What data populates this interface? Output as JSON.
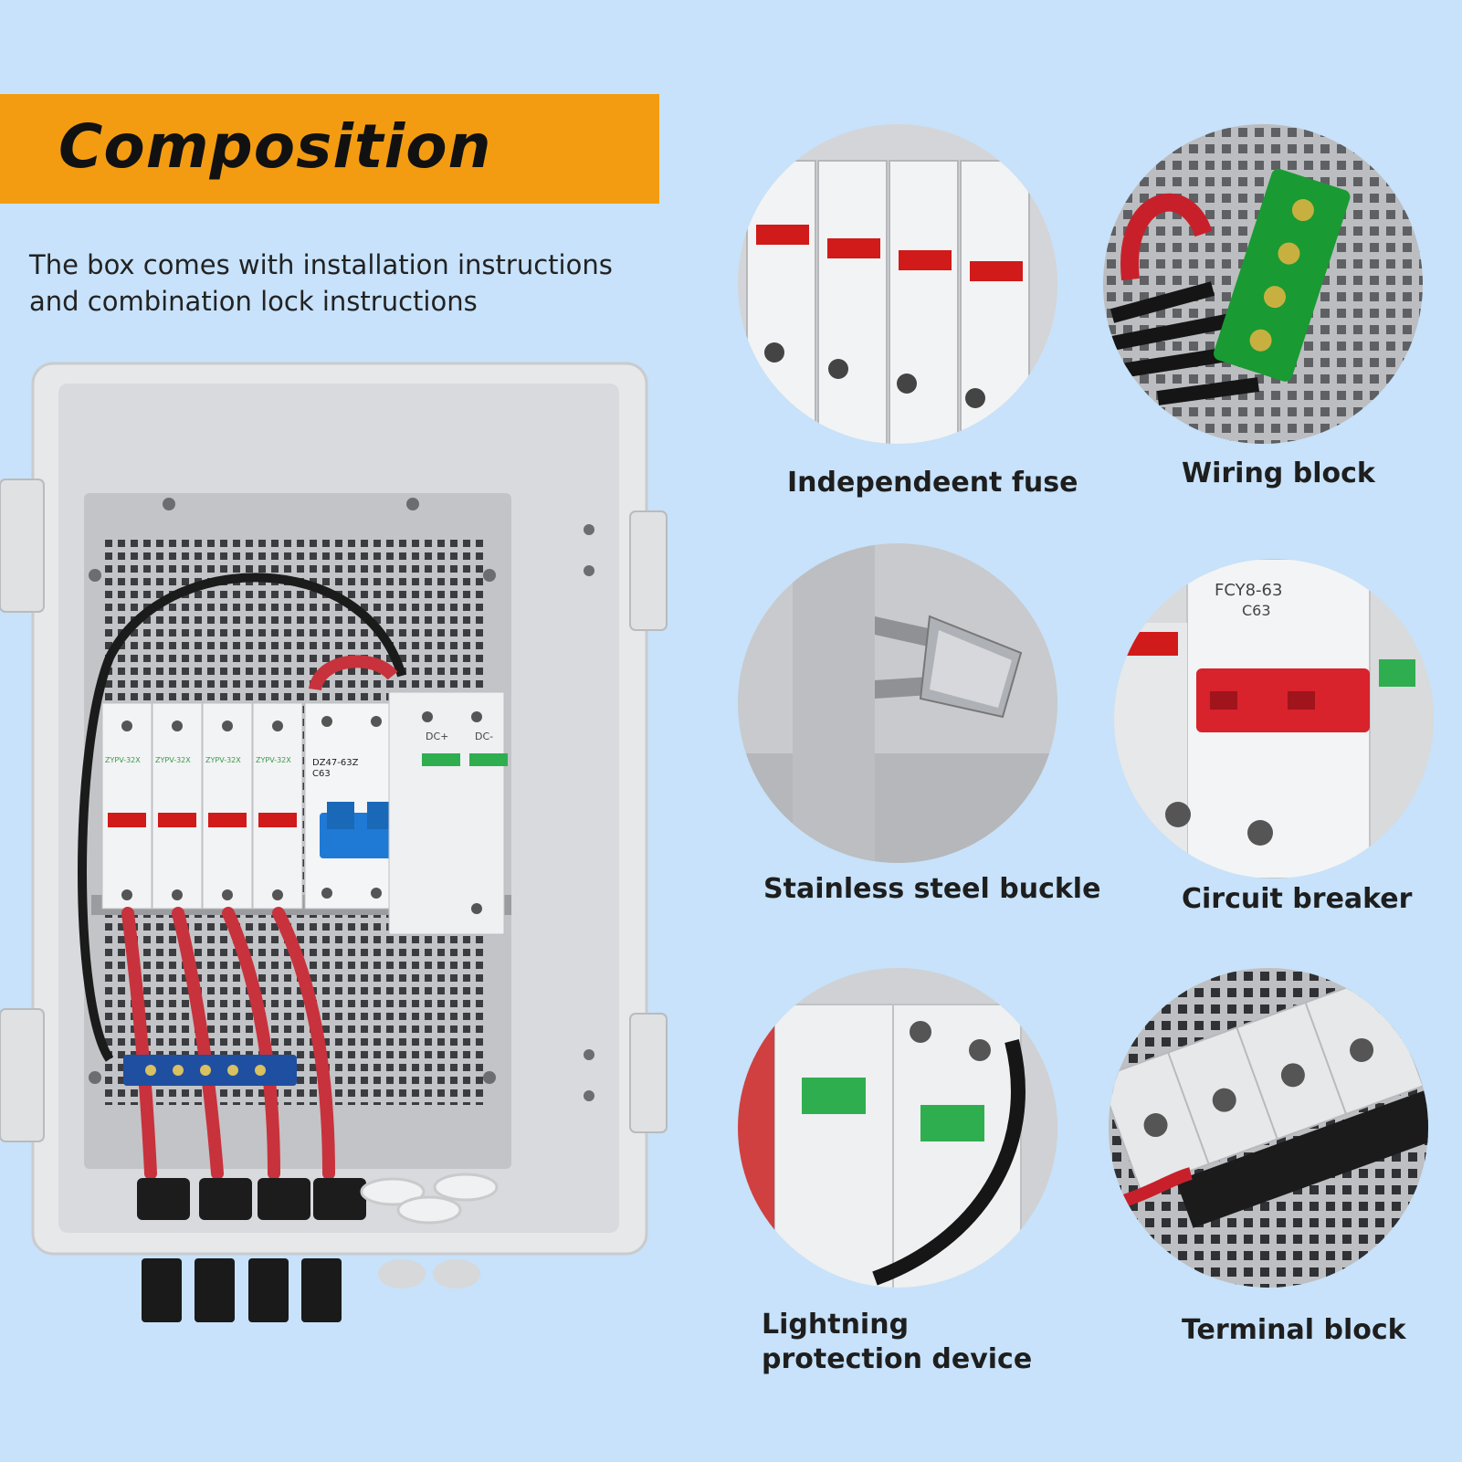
{
  "banner": {
    "title": "Composition"
  },
  "intro": {
    "line1": "The box comes with installation instructions",
    "line2": "and combination lock instructions"
  },
  "features": [
    {
      "label": "Independeent fuse",
      "icon": "fuse-icon"
    },
    {
      "label": "Wiring block",
      "icon": "wiring-block-icon"
    },
    {
      "label": "Stainless steel buckle",
      "icon": "buckle-icon"
    },
    {
      "label": "Circuit breaker",
      "icon": "circuit-breaker-icon"
    },
    {
      "label": "Lightning protection device",
      "icon": "lightning-protection-icon"
    },
    {
      "label": "Terminal block",
      "icon": "terminal-block-icon"
    }
  ],
  "box_labels": {
    "fuse_model": "ZYPV-32X",
    "breaker_model": "DZ47-63Z",
    "breaker_rating": "C63",
    "spd_pos": "DC+",
    "spd_neg": "DC-",
    "breaker_closeup_model": "FCY8-63",
    "breaker_closeup_rating": "C63"
  },
  "colors": {
    "background": "#c7e2fa",
    "banner": "#f39c12",
    "fuse_window": "#d11a1a",
    "breaker_handle": "#1f7ad6",
    "wiring_block": "#1a9a32",
    "cable_red": "#c8323c"
  }
}
